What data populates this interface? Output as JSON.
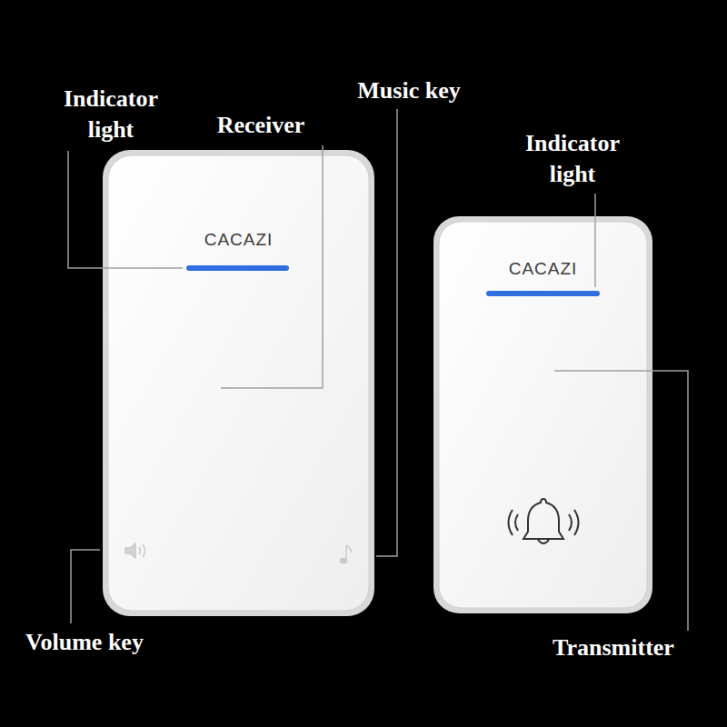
{
  "diagram": {
    "nodes": [
      {
        "text": [
          "CACAZI"
        ]
      },
      {
        "text": [
          "CACAZI"
        ]
      }
    ],
    "labels": [
      "Indicator light",
      "Receiver",
      "Music key",
      "Indicator light",
      "Volume key",
      "Transmitter"
    ]
  }
}
